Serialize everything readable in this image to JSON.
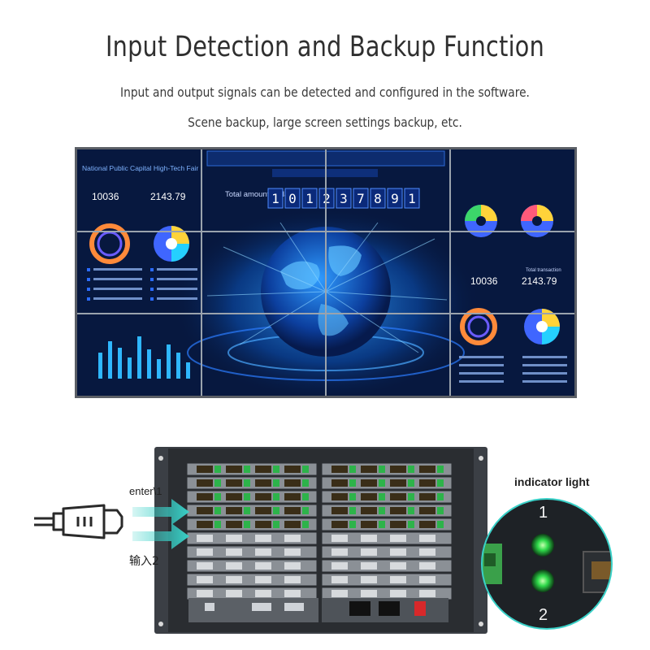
{
  "title": "Input Detection and Backup Function",
  "subtitle_1": "Input and output signals can be detected and configured in the software.",
  "subtitle_2": "Scene backup, large screen settings backup, etc.",
  "screen": {
    "left_heading": "National Public Capital High-Tech Fair",
    "total_label": "Total amount of data",
    "total_digits": [
      "1",
      "0",
      "1",
      "2",
      "3",
      "7",
      "8",
      "9",
      "1"
    ],
    "left_stat_value": "10036",
    "left_stat_value_2": "2143.79",
    "right_stat_value": "10036",
    "right_stat_value_2": "2143.79",
    "right_stat_label": "Total transaction"
  },
  "device": {
    "enter_label": "enter\\1",
    "input2_label": "输入2",
    "indicator_label": "indicator light",
    "indicator_1": "1",
    "indicator_2": "2"
  },
  "colors": {
    "wall_bg": "#07183f",
    "arrow": "#39d1c8",
    "led": "#2fd94a",
    "chassis": "#3b3f45"
  },
  "icons": [
    "hdmi-cable-icon",
    "arrow-right-icon",
    "globe-icon",
    "led-indicator-icon"
  ]
}
